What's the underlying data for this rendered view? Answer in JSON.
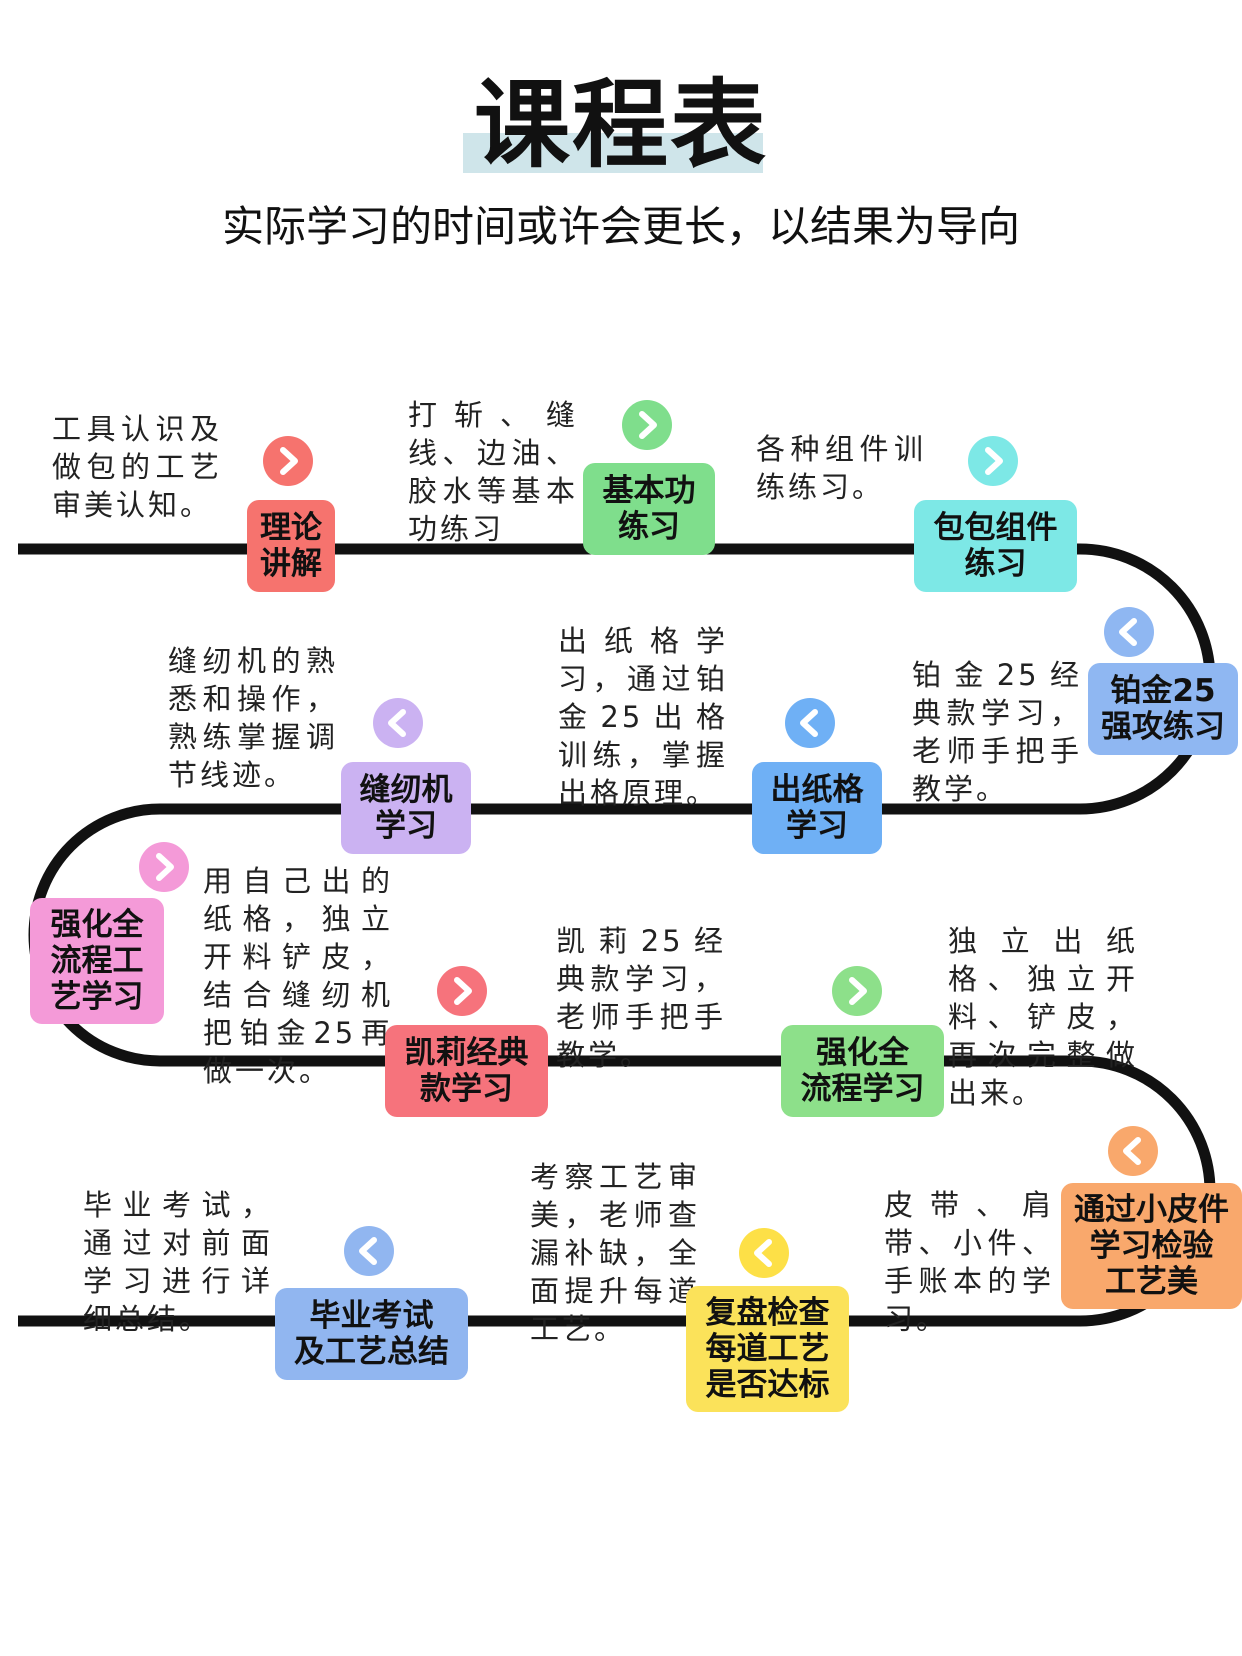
{
  "header": {
    "title": "课程表",
    "subtitle": "实际学习的时间或许会更长，以结果为导向"
  },
  "steps": [
    {
      "label": "理论\n讲解",
      "desc": "工具认识及做包的工艺审美认知。",
      "color": "#f6736e",
      "arrow": "right"
    },
    {
      "label": "基本功\n练习",
      "desc": "打斩、缝线、边油、胶水等基本功练习",
      "color": "#7fde8c",
      "arrow": "right"
    },
    {
      "label": "包包组件\n练习",
      "desc": "各种组件训练练习。",
      "color": "#7de8e6",
      "arrow": "right"
    },
    {
      "label": "铂金25\n强攻练习",
      "desc": "铂金25经典款学习，老师手把手教学。",
      "color": "#8fb7f2",
      "arrow": "left"
    },
    {
      "label": "出纸格\n学习",
      "desc": "出纸格学习，通过铂金25出格训练，掌握出格原理。",
      "color": "#6fb0f5",
      "arrow": "left"
    },
    {
      "label": "缝纫机\n学习",
      "desc": "缝纫机的熟悉和操作，熟练掌握调节线迹。",
      "color": "#cbb2f2",
      "arrow": "left"
    },
    {
      "label": "强化全\n流程工\n艺学习",
      "desc": "用自己出的纸格，独立开料铲皮，结合缝纫机把铂金25再做一次。",
      "color": "#f49ad8",
      "arrow": "right"
    },
    {
      "label": "凯莉经典\n款学习",
      "desc": "凯莉25经典款学习，老师手把手教学。",
      "color": "#f6737c",
      "arrow": "right"
    },
    {
      "label": "强化全\n流程学习",
      "desc": "独立出纸格、独立开料、铲皮，再次完整做出来。",
      "color": "#8de08a",
      "arrow": "right"
    },
    {
      "label": "通过小皮件\n学习检验\n工艺美",
      "desc": "皮带、肩带、小件、手账本的学习。",
      "color": "#f9a86c",
      "arrow": "left"
    },
    {
      "label": "复盘检查\n每道工艺\n是否达标",
      "desc": "考察工艺审美，老师查漏补缺，全面提升每道工艺。",
      "color": "#fbe25a",
      "arrow": "left"
    },
    {
      "label": "毕业考试\n及工艺总结",
      "desc": "毕业考试，通过对前面学习进行详细总结。",
      "color": "#91b6f0",
      "arrow": "left"
    }
  ],
  "colors": {
    "road": "#111111",
    "title_highlight": "#cfe5ea",
    "arrow_orange": "#f9a86c",
    "arrow_yellow": "#fde047",
    "arrow_pink": "#f49ad8",
    "arrow_red": "#f6736e"
  }
}
